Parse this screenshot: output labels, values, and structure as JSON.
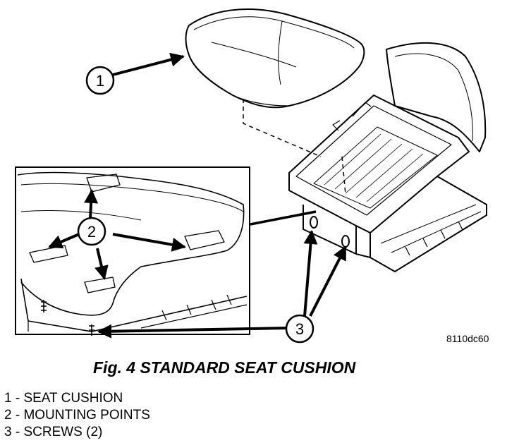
{
  "figure": {
    "ref_code": "8110dc60",
    "caption": "Fig. 4 STANDARD SEAT CUSHION",
    "callouts": [
      "1",
      "2",
      "3"
    ],
    "legend": [
      {
        "number": "1",
        "text": "SEAT CUSHION",
        "line": "1 - SEAT CUSHION"
      },
      {
        "number": "2",
        "text": "MOUNTING POINTS",
        "line": "2 - MOUNTING POINTS"
      },
      {
        "number": "3",
        "text": "SCREWS (2)",
        "line": "3 - SCREWS (2)"
      }
    ]
  }
}
